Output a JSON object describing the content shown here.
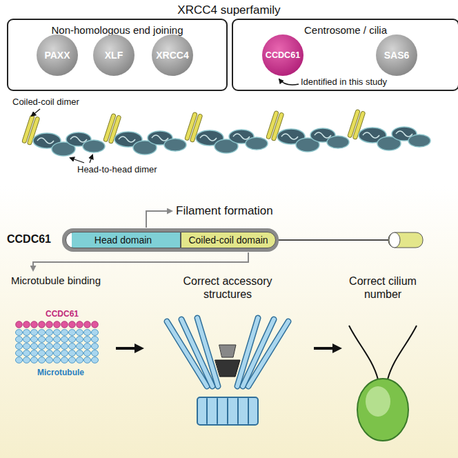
{
  "diagram": {
    "title": "XRCC4 superfamily",
    "nodes": [
      {
        "text": [
          "Non-homologous end joining"
        ]
      },
      {
        "text": [
          "PAXX"
        ],
        "in": 0
      },
      {
        "text": [
          "XLF"
        ],
        "in": 0
      },
      {
        "text": [
          "XRCC4"
        ],
        "in": 0
      },
      {
        "text": [
          "Centrosome / cilia"
        ]
      },
      {
        "text": [
          "CCDC61"
        ],
        "in": 4
      },
      {
        "text": [
          "SAS6"
        ],
        "in": 4
      },
      {
        "text": [
          "Head domain"
        ]
      },
      {
        "text": [
          "Coiled-coil domain"
        ]
      }
    ],
    "labels": [
      "Identified in this study",
      "Coiled-coil dimer",
      "Head-to-head dimer",
      "Filament formation",
      "CCDC61",
      "Microtubule binding",
      "Correct accessory structures",
      "Correct cilium number",
      "CCDC61",
      "Microtubule"
    ]
  }
}
